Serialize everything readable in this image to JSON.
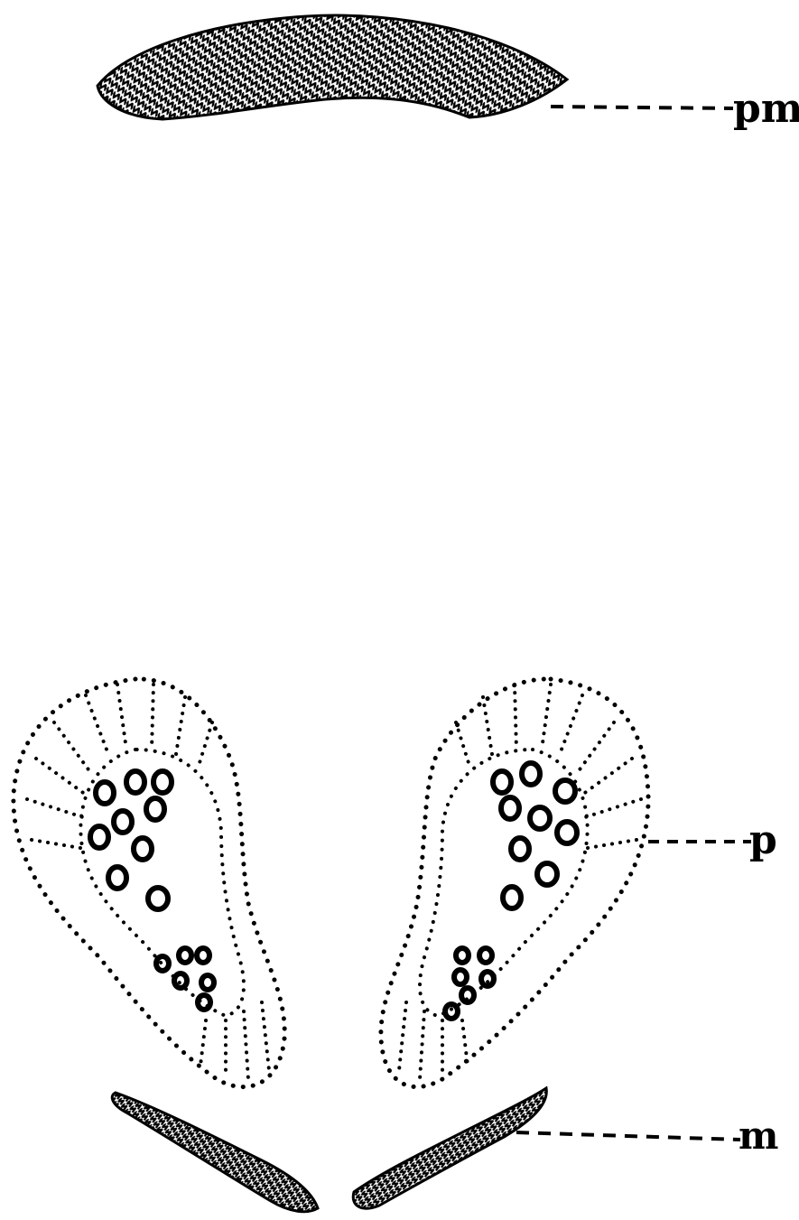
{
  "labels": {
    "pm": "pm",
    "p": "p",
    "m": "m"
  },
  "colors": {
    "ink": "#000000",
    "paper": "#ffffff"
  }
}
